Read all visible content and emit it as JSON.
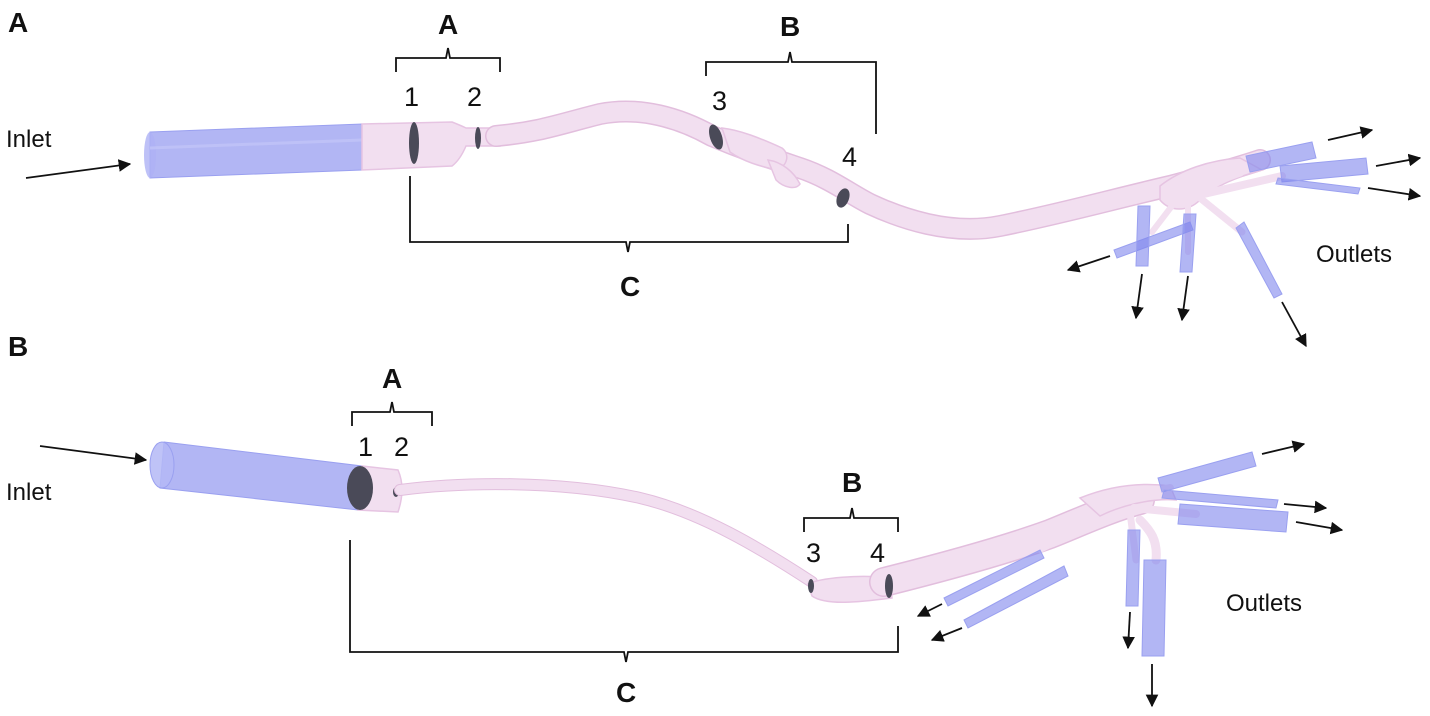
{
  "panels": [
    {
      "letter": "A",
      "inlet": "Inlet",
      "outlets": "Outlets",
      "brackets": {
        "a": "A",
        "b": "B",
        "c": "C"
      },
      "sections": [
        "1",
        "2",
        "3",
        "4"
      ]
    },
    {
      "letter": "B",
      "inlet": "Inlet",
      "outlets": "Outlets",
      "brackets": {
        "a": "A",
        "b": "B",
        "c": "C"
      },
      "sections": [
        "1",
        "2",
        "3",
        "4"
      ]
    }
  ],
  "colors": {
    "vessel": "#f2dff0",
    "extension": "#7f86ec",
    "section-marker": "#4a4a58",
    "annotation": "#111111"
  }
}
